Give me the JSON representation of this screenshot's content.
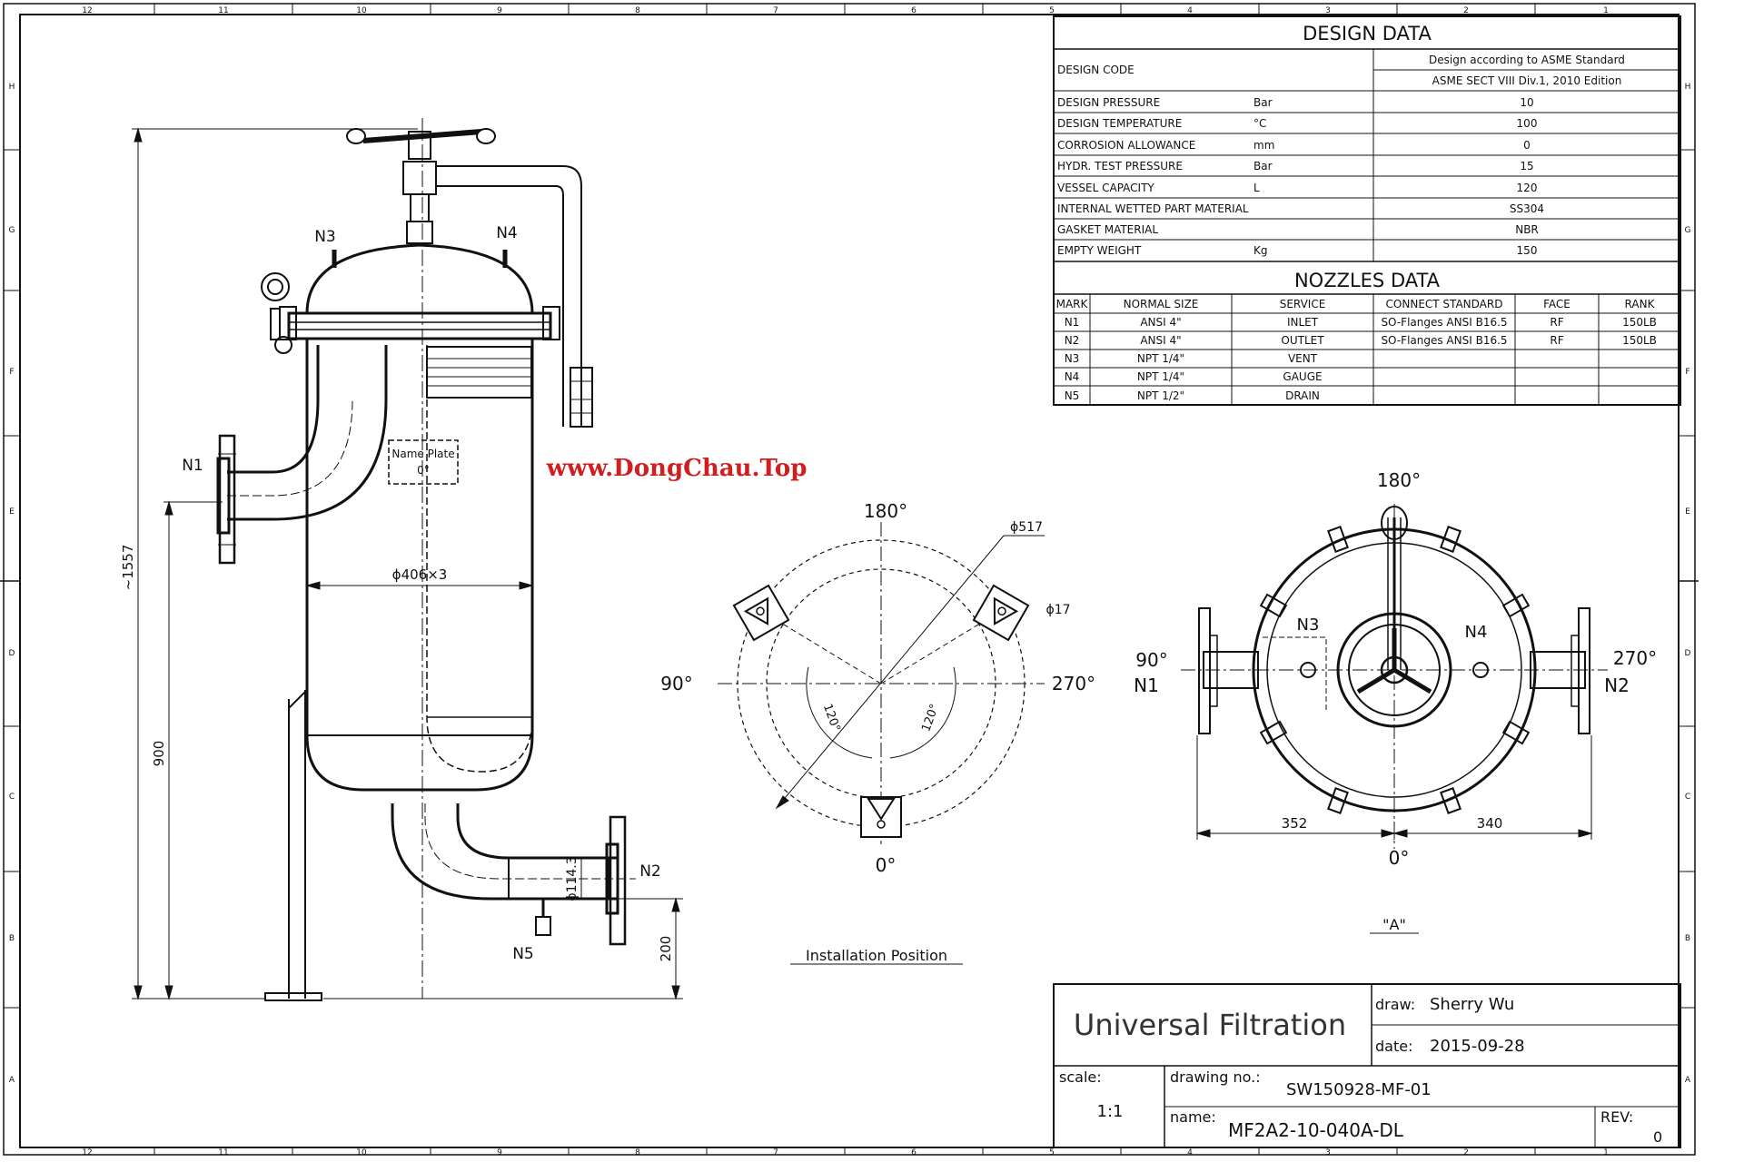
{
  "colors": {
    "ink": "#111111",
    "watermark": "#d11f1f",
    "paper": "#ffffff"
  },
  "border": {
    "top_numbers": [
      "12",
      "11",
      "10",
      "9",
      "8",
      "7",
      "6",
      "5",
      "4",
      "3",
      "2",
      "1"
    ],
    "side_letters": [
      "H",
      "G",
      "F",
      "E",
      "D",
      "C",
      "B",
      "A"
    ]
  },
  "design_data": {
    "title": "DESIGN  DATA",
    "code_label": "DESIGN CODE",
    "code_value_1": "Design according to ASME Standard",
    "code_value_2": "ASME SECT VIII Div.1, 2010 Edition",
    "rows": [
      {
        "label": "DESIGN PRESSURE",
        "unit": "Bar",
        "value": "10"
      },
      {
        "label": "DESIGN TEMPERATURE",
        "unit": "°C",
        "value": "100"
      },
      {
        "label": "CORROSION  ALLOWANCE",
        "unit": "mm",
        "value": "0"
      },
      {
        "label": "HYDR. TEST PRESSURE",
        "unit": "Bar",
        "value": "15"
      },
      {
        "label": "VESSEL CAPACITY",
        "unit": "L",
        "value": "120"
      },
      {
        "label": "INTERNAL WETTED PART MATERIAL",
        "unit": "",
        "value": "SS304"
      },
      {
        "label": "GASKET MATERIAL",
        "unit": "",
        "value": "NBR"
      },
      {
        "label": "EMPTY WEIGHT",
        "unit": "Kg",
        "value": "150"
      }
    ]
  },
  "nozzles_data": {
    "title": "NOZZLES DATA",
    "headers": [
      "MARK",
      "NORMAL SIZE",
      "SERVICE",
      "CONNECT STANDARD",
      "FACE",
      "RANK"
    ],
    "rows": [
      [
        "N1",
        "ANSI 4\"",
        "INLET",
        "SO-Flanges ANSI B16.5",
        "RF",
        "150LB"
      ],
      [
        "N2",
        "ANSI 4\"",
        "OUTLET",
        "SO-Flanges ANSI B16.5",
        "RF",
        "150LB"
      ],
      [
        "N3",
        "NPT 1/4\"",
        "VENT",
        "",
        "",
        ""
      ],
      [
        "N4",
        "NPT 1/4\"",
        "GAUGE",
        "",
        "",
        ""
      ],
      [
        "N5",
        "NPT 1/2\"",
        "DRAIN",
        "",
        "",
        ""
      ]
    ]
  },
  "elevation": {
    "n1": "N1",
    "n2": "N2",
    "n3": "N3",
    "n4": "N4",
    "n5": "N5",
    "overall_height": "~1557",
    "height_900": "900",
    "height_200": "200",
    "shell_dia": "ϕ406×3",
    "outlet_dia": "ϕ114.3",
    "nameplate_1": "Name  Plate",
    "nameplate_2": "0°"
  },
  "watermark": "www.DongChau.Top",
  "installation": {
    "a180": "180°",
    "a90": "90°",
    "a270": "270°",
    "a0": "0°",
    "bolt_circle": "ϕ517",
    "hole": "ϕ17",
    "ang_left": "120°",
    "ang_right": "120°",
    "caption": "Installation Position"
  },
  "view_a": {
    "a180": "180°",
    "a90": "90°",
    "a270": "270°",
    "a0": "0°",
    "n1": "N1",
    "n2": "N2",
    "n3": "N3",
    "n4": "N4",
    "dim_left": "352",
    "dim_right": "340",
    "caption": "\"A\""
  },
  "title_block": {
    "company": "Universal Filtration",
    "draw_label": "draw:",
    "draw_value": "Sherry Wu",
    "date_label": "date:",
    "date_value": "2015-09-28",
    "scale_label": "scale:",
    "scale_value": "1:1",
    "drawing_no_label": "drawing no.:",
    "drawing_no_value": "SW150928-MF-01",
    "name_label": "name:",
    "name_value": "MF2A2-10-040A-DL",
    "rev_label": "REV:",
    "rev_value": "0"
  }
}
